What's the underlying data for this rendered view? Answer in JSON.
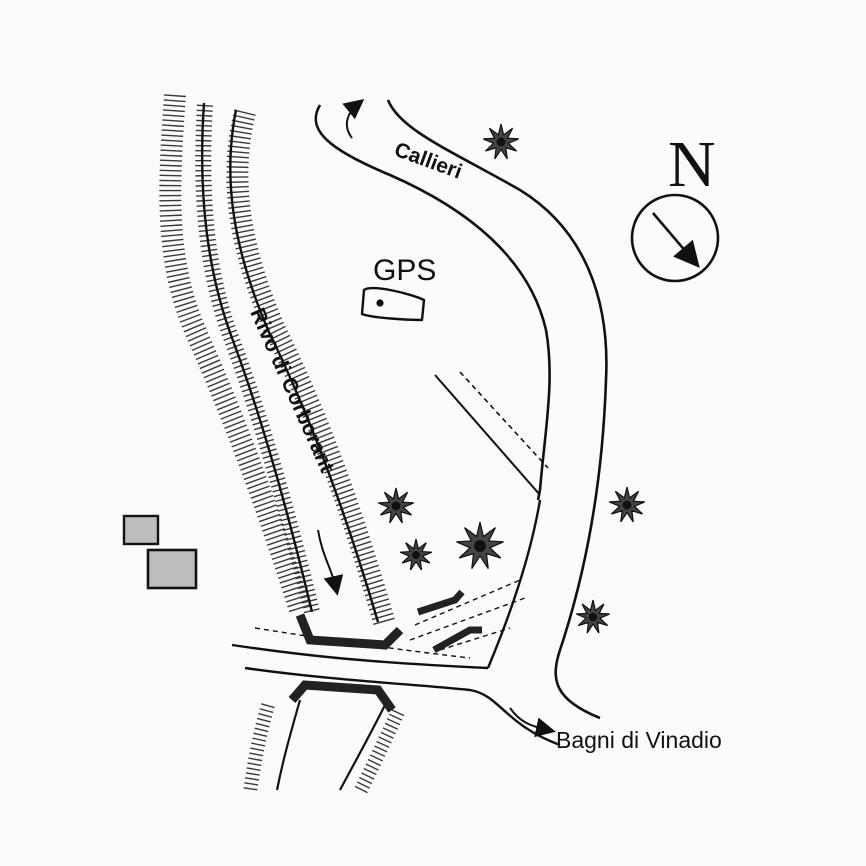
{
  "map": {
    "north_label": "N",
    "gps_label": "GPS",
    "labels": {
      "callieri": "Callieri",
      "stream": "Rivo di Corborant",
      "bagni": "Bagni di Vinadio"
    },
    "icons": {
      "north_arrow": "compass-arrow-icon",
      "tree": "tree-icon",
      "building": "building-icon",
      "bridge": "bridge-icon",
      "gps_marker": "gps-marker-icon"
    },
    "colors": {
      "ink": "#111111",
      "hatch": "#3a3a3a",
      "building_fill": "#bdbdbd",
      "paper": "#fbfbfb"
    }
  }
}
